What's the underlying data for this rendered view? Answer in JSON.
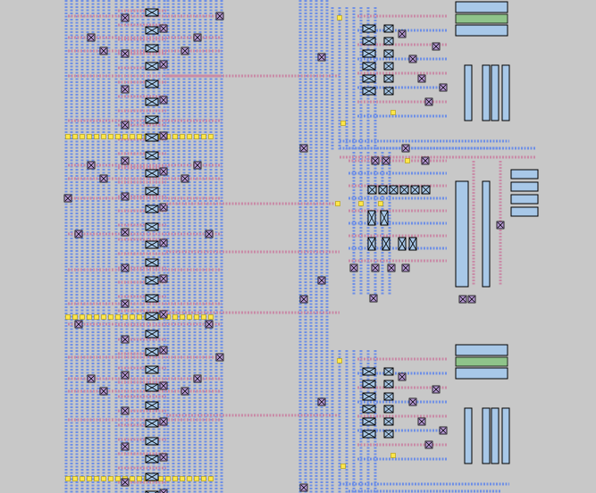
{
  "colors": {
    "background": "#c8c8c8",
    "metal1": "#6e8fe6",
    "metal2": "#c98aa6",
    "via": "#b89ad6",
    "device": "#a8c8e8",
    "poly": "#8fc48a",
    "marker": "#ffe64a"
  },
  "regions": [
    {
      "id": "left-bus-bank"
    },
    {
      "id": "central-trunk"
    },
    {
      "id": "block-top"
    },
    {
      "id": "block-middle"
    },
    {
      "id": "block-bottom"
    }
  ]
}
